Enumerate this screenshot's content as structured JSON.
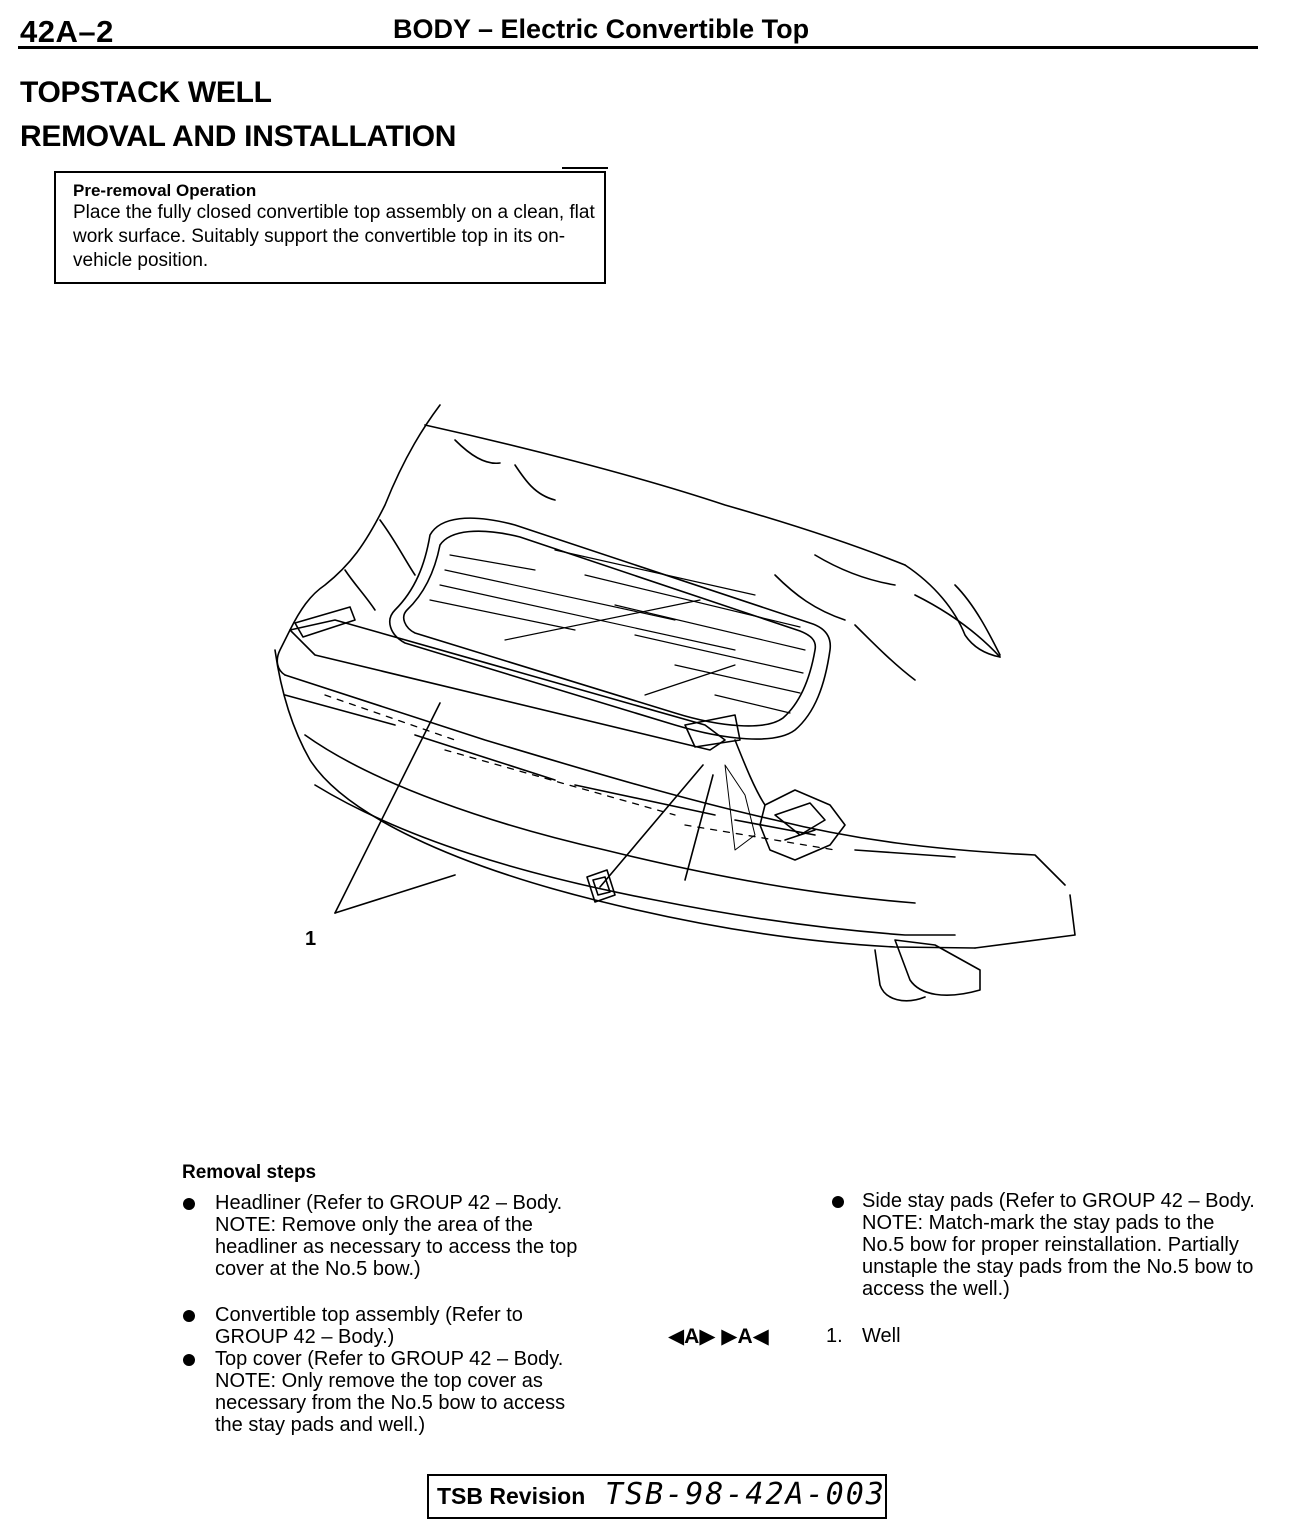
{
  "header": {
    "page_number": "42A–2",
    "title": "BODY – Electric Convertible Top"
  },
  "section": {
    "title_line1": "TOPSTACK WELL",
    "title_line2": "REMOVAL AND INSTALLATION"
  },
  "pre_removal": {
    "title": "Pre-removal Operation",
    "body": "Place the fully closed convertible top assembly on a clean, flat work surface. Suitably support the convertible top in its on-vehicle position."
  },
  "diagram": {
    "callout_label": "1"
  },
  "removal": {
    "heading": "Removal steps",
    "left_steps": [
      "Headliner (Refer to GROUP 42 – Body. NOTE: Remove only the area of the headliner as necessary to access the top cover at the No.5 bow.)",
      "Convertible top assembly (Refer to GROUP 42 – Body.)",
      "Top cover (Refer to GROUP 42 – Body. NOTE: Only remove the top cover as necessary from the No.5 bow to access the stay pads and well.)"
    ],
    "right_step": "Side stay pads (Refer to GROUP 42 – Body. NOTE:  Match-mark the stay pads to the No.5 bow for proper reinstallation. Partially unstaple the stay pads from the No.5 bow to access the well.)",
    "marks": "◀A▶  ▶A◀",
    "well_number": "1.",
    "well_label": "Well"
  },
  "footer": {
    "tsb_label": "TSB Revision",
    "tsb_number": "TSB-98-42A-003"
  }
}
